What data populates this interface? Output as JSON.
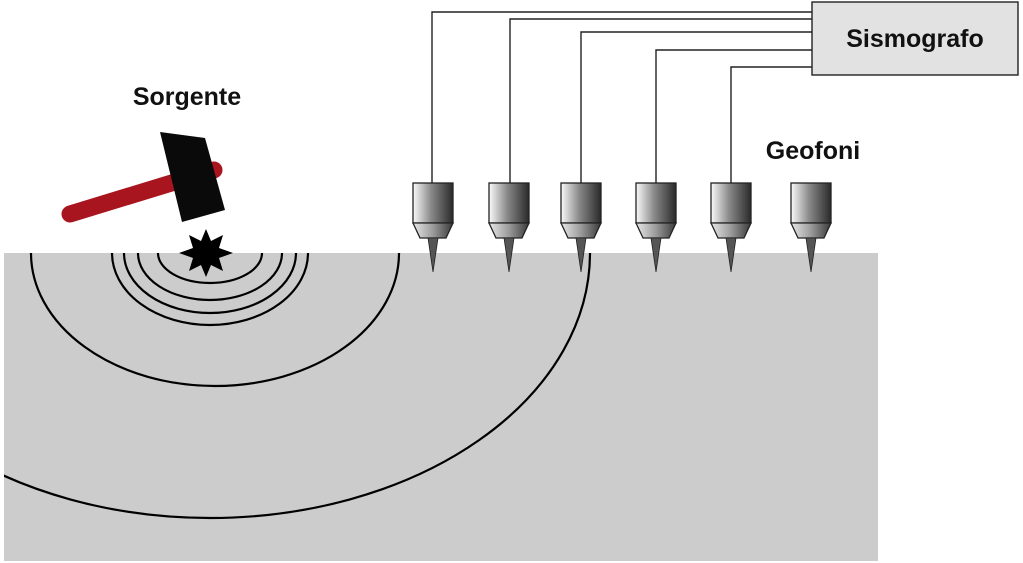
{
  "labels": {
    "source": "Sorgente",
    "seismograph": "Sismografo",
    "geophones": "Geofoni"
  },
  "colors": {
    "background": "#ffffff",
    "ground": "#cccccc",
    "wavefront": "#000000",
    "hammer_handle": "#a8151e",
    "hammer_head": "#0a0a0a",
    "seismograph_box": "#e2e2e2",
    "cable": "#222222"
  },
  "geophones": {
    "count": 6,
    "connected": 5
  },
  "wavefronts": {
    "count": 6
  }
}
